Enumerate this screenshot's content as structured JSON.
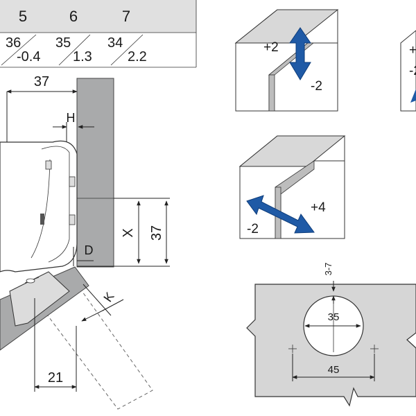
{
  "colors": {
    "table_header_bg": "#e0e0e0",
    "cabinet_gray": "#a9aaab",
    "panel_gray": "#d8d8d8",
    "plate_gray": "#d6d6d6",
    "arrow_blue": "#1f5aa6",
    "line": "#222222"
  },
  "table": {
    "headers": [
      "5",
      "6",
      "7"
    ],
    "cells": [
      {
        "top": "36",
        "bottom": "-0.4"
      },
      {
        "top": "35",
        "bottom": "1.3"
      },
      {
        "top": "34",
        "bottom": "2.2"
      }
    ]
  },
  "hinge_diagram": {
    "dim_37_top": "37",
    "label_H": "H",
    "label_X": "X",
    "dim_37_side": "37",
    "label_D": "D",
    "label_K": "K",
    "dim_21": "21"
  },
  "adjust_vertical": {
    "plus": "+2",
    "minus": "-2",
    "plus_partial": "+",
    "minus_partial": "-2"
  },
  "adjust_depth": {
    "plus": "+4",
    "minus": "-2"
  },
  "drill_plate": {
    "dim_3_7": "3-7",
    "dim_35": "35",
    "dim_45": "45"
  }
}
